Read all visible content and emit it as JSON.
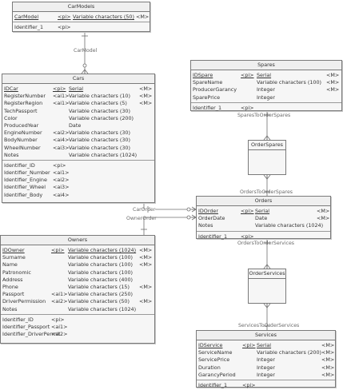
{
  "entities": {
    "carmodels": {
      "name": "CarModels",
      "attributes": [
        {
          "name": "CarModel",
          "key": "<pi>",
          "type": "Variable characters (50)",
          "mandatory": "<M>",
          "pk": true
        }
      ],
      "identifiers": [
        {
          "name": "Identifier_1",
          "key": "<pi>"
        }
      ]
    },
    "cars": {
      "name": "Cars",
      "attributes": [
        {
          "name": "IDCar",
          "key": "<pi>",
          "type": "Serial",
          "mandatory": "<M>",
          "pk": true
        },
        {
          "name": "RegisterNumber",
          "key": "<ai1>",
          "type": "Variable characters (10)",
          "mandatory": "<M>"
        },
        {
          "name": "RegisterRegion",
          "key": "<ai1>",
          "type": "Variable characters (5)",
          "mandatory": "<M>"
        },
        {
          "name": "TechPassport",
          "key": "",
          "type": "Variable characters (30)",
          "mandatory": ""
        },
        {
          "name": "Color",
          "key": "",
          "type": "Variable characters (200)",
          "mandatory": ""
        },
        {
          "name": "ProducedYear",
          "key": "",
          "type": "Date",
          "mandatory": ""
        },
        {
          "name": "EngineNumber",
          "key": "<ai2>",
          "type": "Variable characters (30)",
          "mandatory": ""
        },
        {
          "name": "BodyNumber",
          "key": "<ai4>",
          "type": "Variable characters (30)",
          "mandatory": ""
        },
        {
          "name": "WheelNumber",
          "key": "<ai3>",
          "type": "Variable characters (30)",
          "mandatory": ""
        },
        {
          "name": "Notes",
          "key": "",
          "type": "Variable characters (1024)",
          "mandatory": ""
        }
      ],
      "identifiers": [
        {
          "name": "Identifier_ID",
          "key": "<pi>"
        },
        {
          "name": "Identifier_Number",
          "key": "<ai1>"
        },
        {
          "name": "Identifier_Engine",
          "key": "<ai2>"
        },
        {
          "name": "Identifier_Wheel",
          "key": "<ai3>"
        },
        {
          "name": "Identifier_Body",
          "key": "<ai4>"
        }
      ]
    },
    "spares": {
      "name": "Spares",
      "attributes": [
        {
          "name": "IDSpare",
          "key": "<pi>",
          "type": "Serial",
          "mandatory": "<M>",
          "pk": true
        },
        {
          "name": "SpareName",
          "key": "",
          "type": "Variable characters (100)",
          "mandatory": "<M>"
        },
        {
          "name": "ProducerGarancy",
          "key": "",
          "type": "Integer",
          "mandatory": "<M>"
        },
        {
          "name": "SparePrice",
          "key": "",
          "type": "Integer",
          "mandatory": ""
        }
      ],
      "identifiers": [
        {
          "name": "Identifier_1",
          "key": "<pi>"
        }
      ]
    },
    "orders": {
      "name": "Orders",
      "attributes": [
        {
          "name": "IDOrder",
          "key": "<pi>",
          "type": "Serial",
          "mandatory": "<M>",
          "pk": true
        },
        {
          "name": "OrderDate",
          "key": "",
          "type": "Date",
          "mandatory": "<M>"
        },
        {
          "name": "Notes",
          "key": "",
          "type": "Variable characters (1024)",
          "mandatory": ""
        }
      ],
      "identifiers": [
        {
          "name": "Identifier_1",
          "key": "<pi>"
        }
      ]
    },
    "owners": {
      "name": "Owners",
      "attributes": [
        {
          "name": "IDOwner",
          "key": "<pi>",
          "type": "Variable characters (1024)",
          "mandatory": "<M>",
          "pk": true
        },
        {
          "name": "Surname",
          "key": "",
          "type": "Variable characters (100)",
          "mandatory": "<M>"
        },
        {
          "name": "Name",
          "key": "",
          "type": "Variable characters (100)",
          "mandatory": "<M>"
        },
        {
          "name": "Patronomic",
          "key": "",
          "type": "Variable characters (100)",
          "mandatory": ""
        },
        {
          "name": "Address",
          "key": "",
          "type": "Variable characters (400)",
          "mandatory": ""
        },
        {
          "name": "Phone",
          "key": "",
          "type": "Variable characters (15)",
          "mandatory": "<M>"
        },
        {
          "name": "Passport",
          "key": "<ai1>",
          "type": "Variable characters (250)",
          "mandatory": ""
        },
        {
          "name": "DriverPermission",
          "key": "<ai2>",
          "type": "Variable characters (50)",
          "mandatory": "<M>"
        },
        {
          "name": "Notes",
          "key": "",
          "type": "Variable characters (1024)",
          "mandatory": ""
        }
      ],
      "identifiers": [
        {
          "name": "Identifier_ID",
          "key": "<pi>"
        },
        {
          "name": "Identifier_Passport",
          "key": "<ai1>"
        },
        {
          "name": "Identifier_DriverPermit",
          "key": "<ai2>"
        }
      ]
    },
    "services": {
      "name": "Services",
      "attributes": [
        {
          "name": "IDService",
          "key": "<pi>",
          "type": "Serial",
          "mandatory": "<M>",
          "pk": true
        },
        {
          "name": "ServiceName",
          "key": "",
          "type": "Variable characters (200)",
          "mandatory": "<M>"
        },
        {
          "name": "ServicePrice",
          "key": "",
          "type": "Integer",
          "mandatory": "<M>"
        },
        {
          "name": "Duration",
          "key": "",
          "type": "Integer",
          "mandatory": "<M>"
        },
        {
          "name": "GarancyPeriod",
          "key": "",
          "type": "Integer",
          "mandatory": "<M>"
        }
      ],
      "identifiers": [
        {
          "name": "Identifier_1",
          "key": "<pi>"
        }
      ]
    }
  },
  "associations": {
    "order_spares": "OrderSpares",
    "order_services": "OrderServices"
  },
  "relationships": {
    "carmodel": "CarModel",
    "spares_to_order_spares": "SparesToOrderSpares",
    "orders_to_order_spares": "OrdersToOrderSpares",
    "car_order": "CarOrder",
    "owner_order": "OwnerOrder",
    "orders_to_order_services": "OrdersToOrderServices",
    "services_to_order_services": "ServicesToOrderServices"
  },
  "colors": {
    "line": "#6f6f6f",
    "entity_fill": "#f6f6f6",
    "entity_border": "#7a7a7a"
  }
}
